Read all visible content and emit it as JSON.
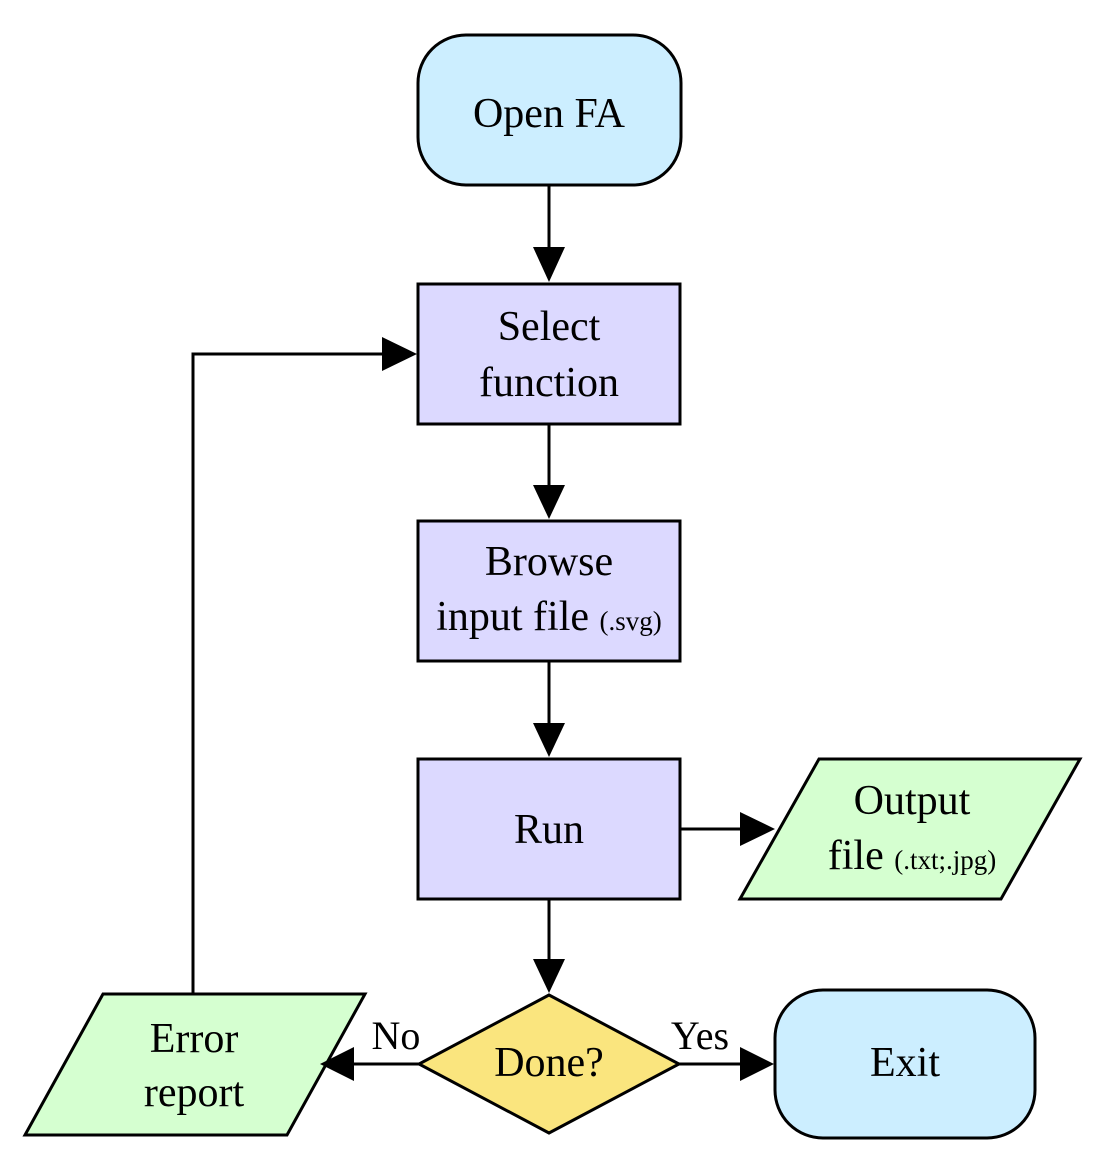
{
  "nodes": {
    "open_fa": {
      "label": "Open FA"
    },
    "select_function": {
      "line1": "Select",
      "line2": "function"
    },
    "browse_input": {
      "line1": "Browse",
      "line2": "input file ",
      "ext": "(.svg)"
    },
    "run": {
      "label": "Run"
    },
    "output_file": {
      "line1": "Output",
      "line2": "file ",
      "ext": "(.txt;.jpg)"
    },
    "done": {
      "label": "Done?"
    },
    "error_report": {
      "line1": "Error",
      "line2": "report"
    },
    "exit": {
      "label": "Exit"
    }
  },
  "edges": {
    "no_label": "No",
    "yes_label": "Yes"
  },
  "colors": {
    "terminal_fill": "#cceeff",
    "process_fill": "#dcd9ff",
    "io_fill": "#d5ffd0",
    "decision_fill": "#fae57e",
    "stroke": "#000000"
  }
}
